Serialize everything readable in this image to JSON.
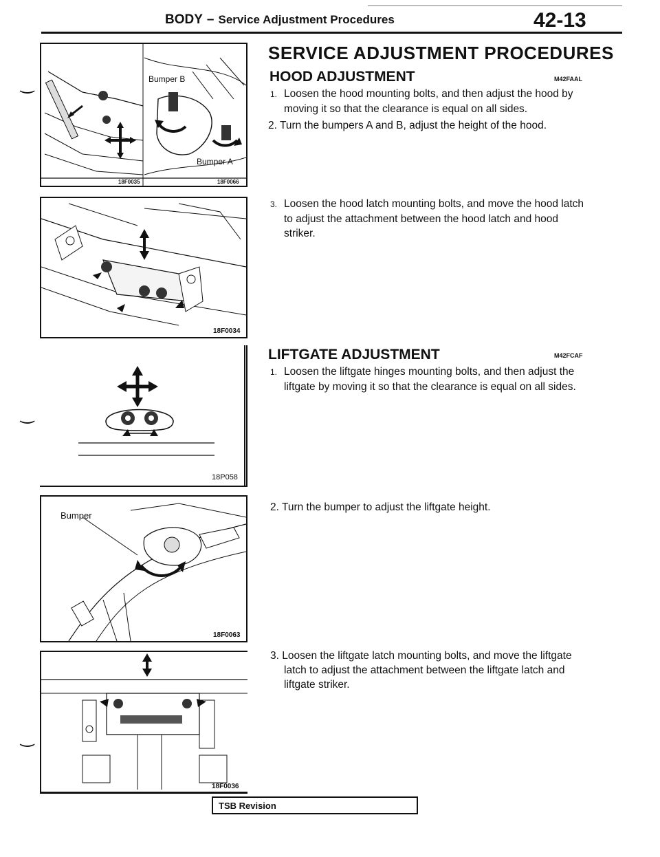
{
  "header": {
    "section": "BODY",
    "subtitle": "Service Adjustment Procedures",
    "page_number": "42-13"
  },
  "figures": [
    {
      "left_code": "18F0035",
      "right_code": "18F0066",
      "labels": [
        "Bumper B",
        "Bumper A"
      ]
    },
    {
      "code": "18F0034"
    },
    {
      "code": "18P058"
    },
    {
      "code": "18F0063",
      "labels": [
        "Bumper"
      ]
    },
    {
      "code": "18F0036"
    }
  ],
  "main_title": "SERVICE ADJUSTMENT PROCEDURES",
  "hood": {
    "title": "HOOD ADJUSTMENT",
    "code": "M42FAAL",
    "step1_num": "1.",
    "step1": "Loosen the hood mounting bolts, and then adjust the hood by moving it so that the clearance is equal on all sides.",
    "step2": "2. Turn the bumpers A and B, adjust the height of the hood.",
    "step3_num": "3.",
    "step3": "Loosen the hood latch mounting bolts, and move the hood latch to adjust the attachment between the hood latch and hood striker."
  },
  "liftgate": {
    "title": "LIFTGATE ADJUSTMENT",
    "code": "M42FCAF",
    "step1_num": "1.",
    "step1": "Loosen the liftgate hinges mounting bolts, and then adjust the liftgate by moving it so that the clearance is equal on all sides.",
    "step2": "2. Turn the bumper to adjust the liftgate height.",
    "step3": "3. Loosen the liftgate latch mounting bolts, and move the liftgate latch to adjust the attachment between the liftgate latch and liftgate striker."
  },
  "footer": {
    "tsb": "TSB Revision"
  }
}
